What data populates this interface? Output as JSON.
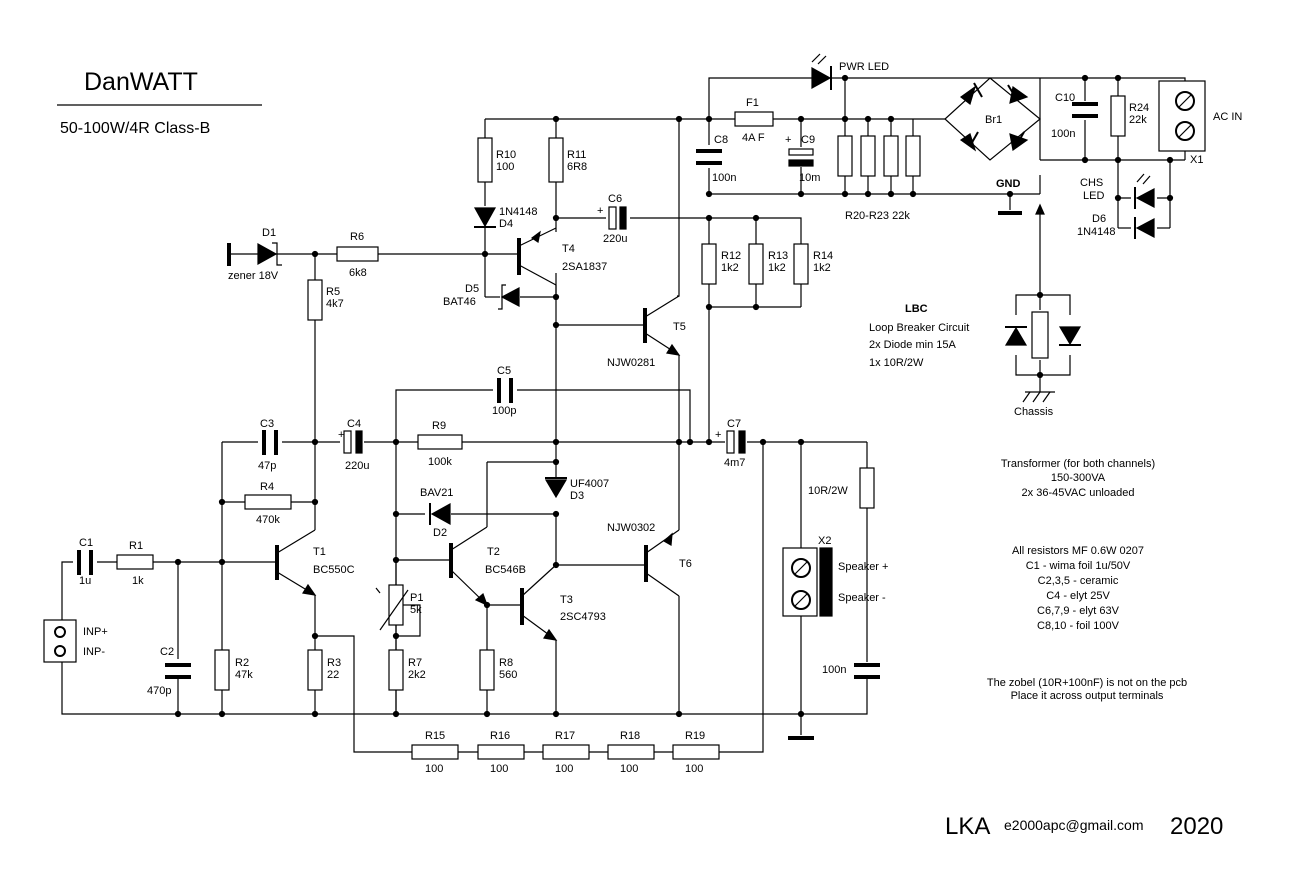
{
  "title": "DanWATT",
  "subtitle": "50-100W/4R Class-B",
  "footer": {
    "author": "LKA",
    "email": "e2000apc@gmail.com",
    "year": "2020"
  },
  "components": {
    "c1": [
      "C1",
      "1u"
    ],
    "r1": [
      "R1",
      "1k"
    ],
    "c2": [
      "C2",
      "470p"
    ],
    "r2": [
      "R2",
      "47k"
    ],
    "c3": [
      "C3",
      "47p"
    ],
    "r4": [
      "R4",
      "470k"
    ],
    "t1": [
      "T1",
      "BC550C"
    ],
    "r3": [
      "R3",
      "22"
    ],
    "c4": [
      "C4",
      "220u"
    ],
    "r9": [
      "R9",
      "100k"
    ],
    "c5": [
      "C5",
      "100p"
    ],
    "d1": [
      "D1",
      "zener 18V"
    ],
    "r6": [
      "R6",
      "6k8"
    ],
    "r5": [
      "R5",
      "4k7"
    ],
    "r10": [
      "R10",
      "100"
    ],
    "r11": [
      "R11",
      "6R8"
    ],
    "d4": [
      "1N4148",
      "D4"
    ],
    "t4": [
      "T4",
      "2SA1837"
    ],
    "d5": [
      "D5",
      "BAT46"
    ],
    "c6": [
      "C6",
      "220u"
    ],
    "r12": [
      "R12",
      "1k2"
    ],
    "r13": [
      "R13",
      "1k2"
    ],
    "r14": [
      "R14",
      "1k2"
    ],
    "t5": [
      "T5",
      "NJW0281"
    ],
    "d3": [
      "UF4007",
      "D3"
    ],
    "d2": [
      "BAV21",
      "D2"
    ],
    "t2": [
      "T2",
      "BC546B"
    ],
    "t3": [
      "T3",
      "2SC4793"
    ],
    "t6": [
      "NJW0302",
      "T6"
    ],
    "p1": [
      "P1",
      "5k"
    ],
    "r7": [
      "R7",
      "2k2"
    ],
    "r8": [
      "R8",
      "560"
    ],
    "c7": [
      "C7",
      "4m7"
    ],
    "r15": [
      "R15",
      "100"
    ],
    "r16": [
      "R16",
      "100"
    ],
    "r17": [
      "R17",
      "100"
    ],
    "r18": [
      "R18",
      "100"
    ],
    "r19": [
      "R19",
      "100"
    ],
    "f1": [
      "F1",
      "4A F"
    ],
    "c8": [
      "C8",
      "100n"
    ],
    "c9": [
      "C9",
      "10m"
    ],
    "r20_23": "R20-R23 22k",
    "br1": "Br1",
    "c10": [
      "C10",
      "100n"
    ],
    "r24": [
      "R24",
      "22k"
    ],
    "x1": "X1",
    "d6": [
      "D6",
      "1N4148"
    ],
    "x2": "X2",
    "zobel_r": "10R/2W",
    "zobel_c": "100n"
  },
  "labels": {
    "inp_plus": "INP+",
    "inp_minus": "INP-",
    "pwr_led": "PWR LED",
    "ac_in": "AC IN",
    "gnd": "GND",
    "chs_led_1": "CHS",
    "chs_led_2": "LED",
    "speaker_plus": "Speaker +",
    "speaker_minus": "Speaker -",
    "chassis": "Chassis",
    "plus_sign": "+"
  },
  "lbc": {
    "title": "LBC",
    "lines": [
      "Loop Breaker Circuit",
      "2x Diode min 15A",
      "1x 10R/2W"
    ]
  },
  "notes": {
    "transformer": [
      "Transformer (for both channels)",
      "150-300VA",
      "2x 36-45VAC unloaded"
    ],
    "parts": [
      "All resistors MF 0.6W 0207",
      "C1 - wima foil 1u/50V",
      "C2,3,5 - ceramic",
      "C4 - elyt 25V",
      "C6,7,9 - elyt 63V",
      "C8,10 - foil 100V"
    ],
    "zobel": [
      "The zobel (10R+100nF) is not on the pcb",
      "Place it across output terminals"
    ]
  }
}
